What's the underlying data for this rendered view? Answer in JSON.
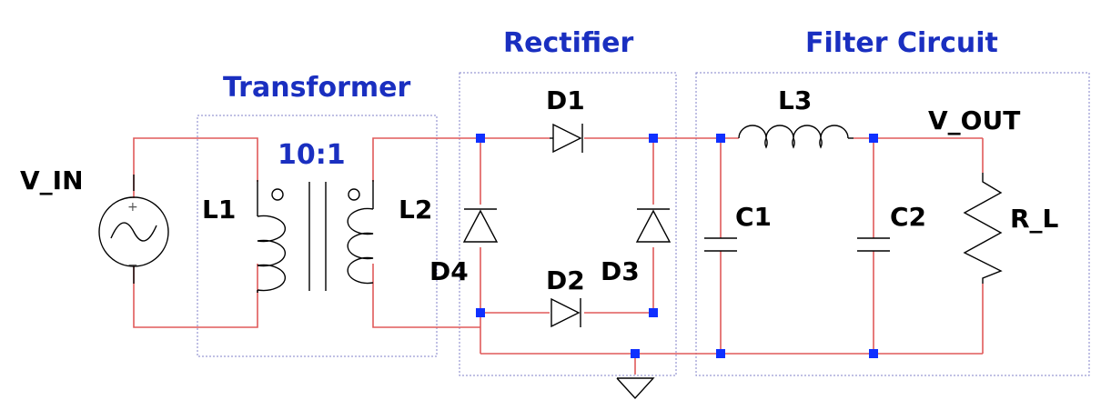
{
  "blocks": {
    "transformer": "Transformer",
    "rectifier": "Rectifier",
    "filter": "Filter Circuit"
  },
  "labels": {
    "v_in": "V_IN",
    "l1": "L1",
    "l2": "L2",
    "ratio": "10:1",
    "d1": "D1",
    "d2": "D2",
    "d3": "D3",
    "d4": "D4",
    "l3": "L3",
    "c1": "C1",
    "c2": "C2",
    "r_l": "R_L",
    "v_out": "V_OUT"
  },
  "source_symbols": {
    "plus": "+",
    "minus": "−"
  },
  "colors": {
    "wire": "#e05a5a",
    "title": "#1a2fc0",
    "node": "#1030ff",
    "box": "#8080c8"
  }
}
